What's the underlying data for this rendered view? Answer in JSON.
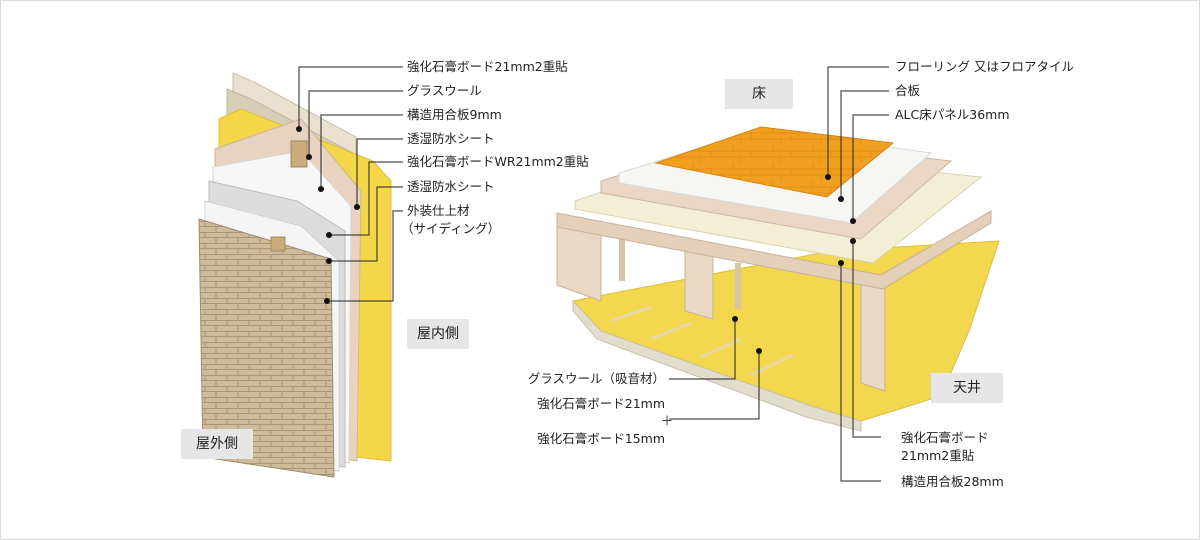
{
  "wall": {
    "labels": [
      "強化石膏ボード21mm2重貼",
      "グラスウール",
      "構造用合板9mm",
      "透湿防水シート",
      "強化石膏ボードWR21mm2重貼",
      "透湿防水シート",
      "外装仕上材",
      "（サイディング）"
    ],
    "inside_tag": "屋内側",
    "outside_tag": "屋外側"
  },
  "floor": {
    "tag_floor": "床",
    "tag_ceiling": "天井",
    "labels": [
      "フローリング 又はフロアタイル",
      "合板",
      "ALC床パネル36mm"
    ],
    "left_labels": [
      "グラスウール（吸音材）",
      "強化石膏ボード21mm",
      "＋",
      "強化石膏ボード15mm"
    ],
    "bottom_labels": [
      "強化石膏ボード",
      "21mm2重貼",
      "構造用合板28mm"
    ]
  },
  "colors": {
    "brick": "#cdbb9c",
    "insulation": "#f3d749",
    "flooring": "#f0a020",
    "plywood": "#e8d3c0",
    "alc": "#f3f0dc",
    "tag_bg": "#e6e6e6"
  }
}
